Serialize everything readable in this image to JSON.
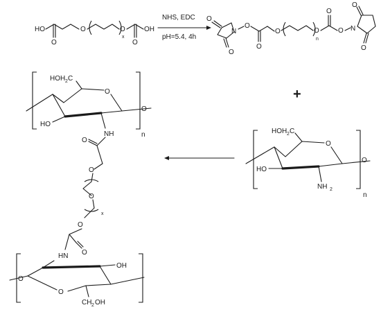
{
  "reaction": {
    "reagents": "NHS, EDC",
    "conditions": "pH=5.4, 4h"
  },
  "reactant_peg": {
    "end_left": "HO",
    "end_right": "OH",
    "oxygen": "O",
    "repeat": "x"
  },
  "product_nhs_ester": {
    "nitrogen": "N",
    "oxygen": "O",
    "repeat": "n"
  },
  "chitosan": {
    "hydroxymethyl": "HOH",
    "hydroxymethyl_sub": "2",
    "hydroxymethyl_c": "C",
    "hydroxyl": "HO",
    "amine": "NH",
    "amine_sub": "2",
    "ring_oxygen": "O",
    "repeat": "n"
  },
  "crosslinked": {
    "top_hydroxymethyl": "HOH",
    "top_hydroxymethyl_sub": "2",
    "top_hydroxymethyl_c": "C",
    "top_hydroxyl": "HO",
    "amide_nh": "NH",
    "oxygen": "O",
    "repeat_top": "n",
    "repeat_peg": "x",
    "bottom_hydroxyl": "OH",
    "bottom_amide_nh": "HN",
    "bottom_hydroxymethyl": "CH",
    "bottom_hydroxymethyl_sub": "2",
    "bottom_hydroxymethyl_oh": "OH"
  },
  "plus_sign": "+"
}
